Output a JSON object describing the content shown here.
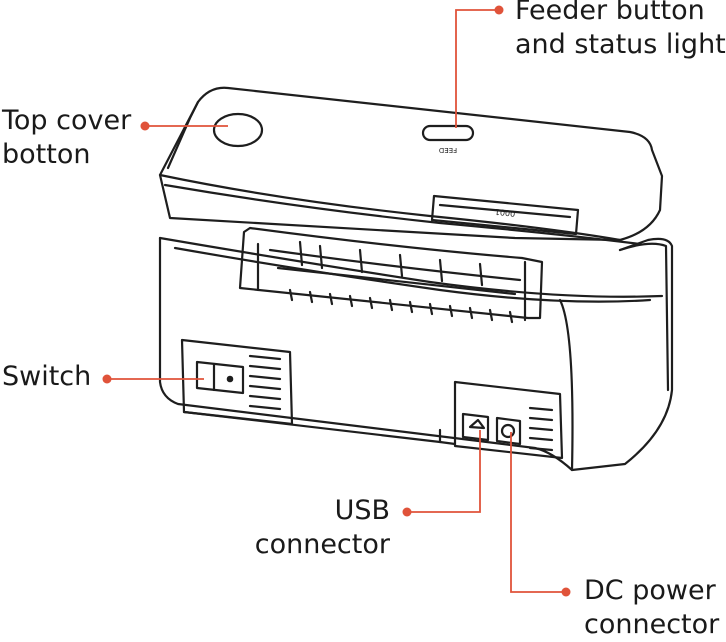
{
  "diagram": {
    "accent_color": "#e0533a",
    "line_color": "#1e1e1e",
    "callouts": [
      {
        "id": "feeder",
        "lines": [
          "Feeder button",
          "and status light"
        ]
      },
      {
        "id": "top-cover",
        "lines": [
          "Top cover",
          "botton"
        ]
      },
      {
        "id": "switch",
        "lines": [
          "Switch"
        ]
      },
      {
        "id": "usb",
        "lines": [
          "USB",
          "connector"
        ]
      },
      {
        "id": "dc-power",
        "lines": [
          "DC power",
          "connector"
        ]
      }
    ],
    "device_marks": {
      "feeder_text": "FEED",
      "slot_text": "0001"
    }
  }
}
